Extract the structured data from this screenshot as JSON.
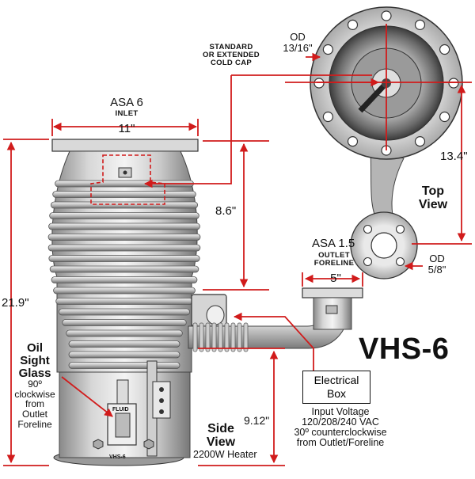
{
  "title": "VHS-6",
  "inlet": {
    "name": "ASA 6",
    "label": "INLET",
    "width": "11\""
  },
  "cold_cap": {
    "line1": "STANDARD",
    "line2": "OR EXTENDED",
    "line3": "COLD CAP"
  },
  "top_od": {
    "label": "OD",
    "value": "13/16\""
  },
  "top_height": "13.4\"",
  "top_view": {
    "line1": "Top",
    "line2": "View"
  },
  "outlet": {
    "name": "ASA 1.5",
    "line1": "OUTLET",
    "line2": "FORELINE",
    "width": "5\""
  },
  "outlet_od": {
    "label": "OD",
    "value": "5/8\""
  },
  "dim_86": "8.6\"",
  "dim_219": "21.9\"",
  "dim_912": "9.12\"",
  "oil_sight": {
    "line1": "Oil",
    "line2": "Sight",
    "line3": "Glass",
    "line4": "90º",
    "line5": "clockwise",
    "line6": "from",
    "line7": "Outlet",
    "line8": "Foreline"
  },
  "side_view": {
    "line1": "Side",
    "line2": "View"
  },
  "heater": "2200W Heater",
  "electrical_box": {
    "line1": "Electrical",
    "line2": "Box"
  },
  "input_voltage": {
    "line1": "Input Voltage",
    "line2": "120/208/240 VAC",
    "line3": "30º counterclockwise",
    "line4": "from Outlet/Foreline"
  },
  "fluid_label": "FLUID",
  "model_plate": "VHS-6",
  "colors": {
    "dimension": "#d11b1b",
    "metal_light": "#e8e8e8",
    "metal_mid": "#b9b9b9",
    "metal_dark": "#7d7d7d",
    "text": "#111111"
  }
}
